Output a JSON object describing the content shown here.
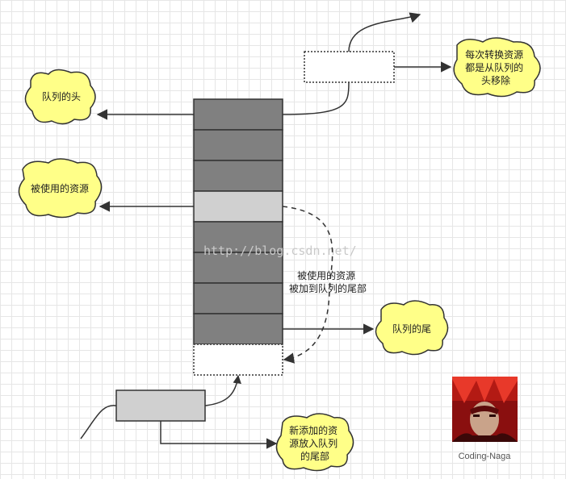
{
  "labels": {
    "queue_head": "队列的头",
    "used_resource": "被使用的资源",
    "queue_tail": "队列的尾",
    "swap_note": [
      "每次转换资源",
      "都是从队列的",
      "头移除"
    ],
    "moved_note": [
      "被使用的资源",
      "被加到队列的尾部"
    ],
    "new_note": [
      "新添加的资",
      "源放入队列",
      "的尾部"
    ]
  },
  "watermark": "http://blog.csdn.net/",
  "avatar_caption": "Coding-Naga",
  "colors": {
    "cell_dark": "#808080",
    "cell_light": "#d0d0d0",
    "cloud_fill": "#ffff88",
    "line": "#333333",
    "avatar_bg": "#8a0f0f",
    "avatar_accent": "#e8392a"
  }
}
